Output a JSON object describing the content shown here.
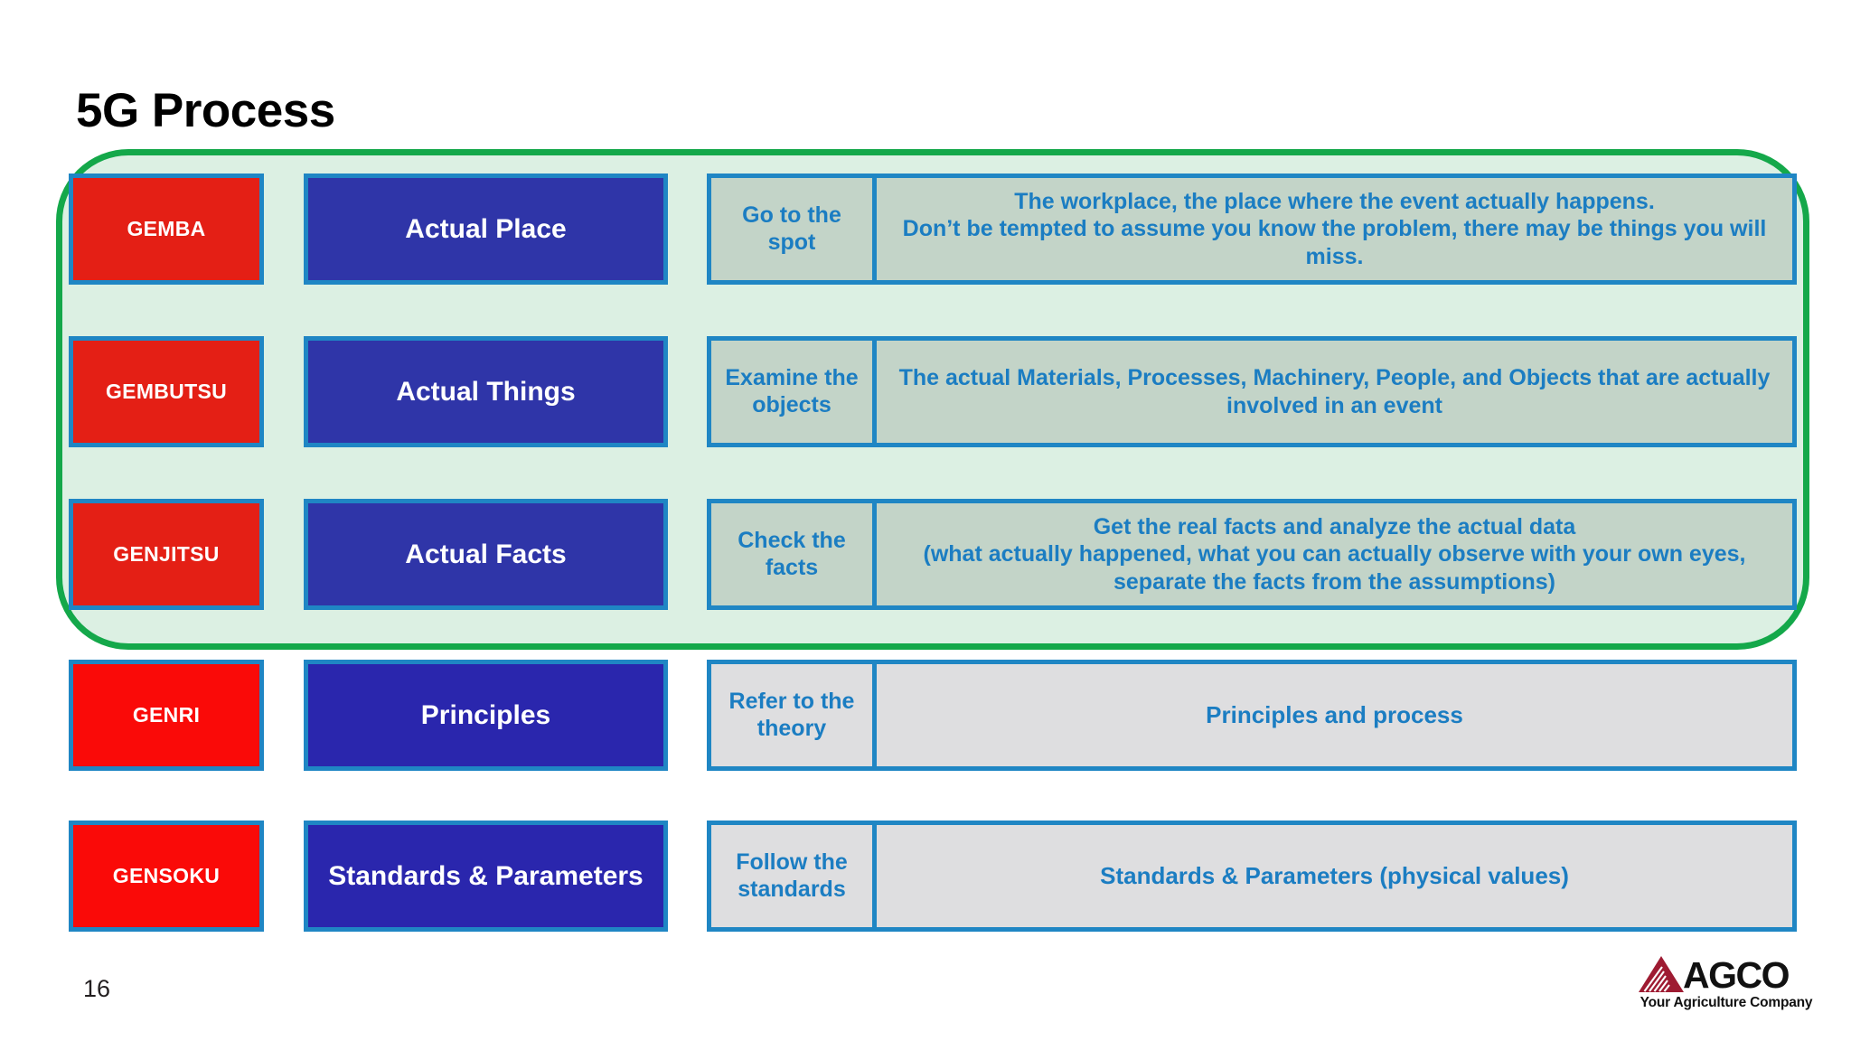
{
  "slide": {
    "title": "5G Process",
    "page_number": "16"
  },
  "colors": {
    "green_highlight_border": "#14a84a",
    "green_highlight_fill": "#dcf0e3",
    "term_red": "#e41f15",
    "term_red_bright": "#fa0a08",
    "meaning_blue": "#2f35a8",
    "box_border_blue": "#1f86c4",
    "text_blue": "#1b7dc2",
    "desc_fill_green": "#c3d4c8",
    "desc_fill_grey": "#dedee0",
    "title_black": "#000000"
  },
  "rows": [
    {
      "term": "GEMBA",
      "meaning": "Actual Place",
      "action": "Go to the spot",
      "detail": "The workplace, the place where the event actually happens.\nDon’t be tempted to assume you know the problem, there may be things you will miss.",
      "in_highlight": true
    },
    {
      "term": "GEMBUTSU",
      "meaning": "Actual Things",
      "action": "Examine the objects",
      "detail": "The actual Materials, Processes, Machinery, People, and Objects that are actually involved in an event",
      "in_highlight": true
    },
    {
      "term": "GENJITSU",
      "meaning": "Actual Facts",
      "action": "Check the facts",
      "detail": "Get the real facts and analyze the actual data\n(what actually happened, what you can actually observe with your own eyes, separate the facts from the assumptions)",
      "in_highlight": true
    },
    {
      "term": "GENRI",
      "meaning": "Principles",
      "action": "Refer to the theory",
      "detail": "Principles and process",
      "in_highlight": false
    },
    {
      "term": "GENSOKU",
      "meaning": "Standards & Parameters",
      "action": "Follow the standards",
      "detail": "Standards & Parameters (physical values)",
      "in_highlight": false
    }
  ],
  "logo": {
    "wordmark": "AGCO",
    "tagline": "Your Agriculture Company"
  }
}
